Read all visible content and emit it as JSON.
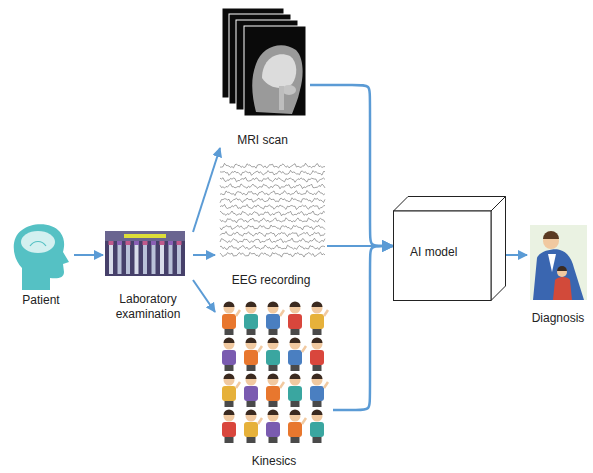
{
  "diagram": {
    "nodes": [
      {
        "text": [
          "Patient"
        ]
      },
      {
        "text": [
          "Laboratory examination"
        ]
      },
      {
        "text": [
          "MRI scan"
        ]
      },
      {
        "text": [
          "EEG recording"
        ]
      },
      {
        "text": [
          "Kinesics"
        ]
      },
      {
        "text": [
          "AI model"
        ]
      },
      {
        "text": [
          "Diagnosis"
        ]
      }
    ],
    "edges": [
      {
        "from": 0,
        "to": 1,
        "arrow": "to"
      },
      {
        "from": 1,
        "to": 2,
        "arrow": "to"
      },
      {
        "from": 1,
        "to": 3,
        "arrow": "to"
      },
      {
        "from": 1,
        "to": 4,
        "arrow": "to"
      },
      {
        "from": 2,
        "to": 5,
        "arrow": "to"
      },
      {
        "from": 3,
        "to": 5,
        "arrow": "to"
      },
      {
        "from": 4,
        "to": 5,
        "arrow": "to"
      },
      {
        "from": 5,
        "to": 6,
        "arrow": "to"
      }
    ]
  }
}
